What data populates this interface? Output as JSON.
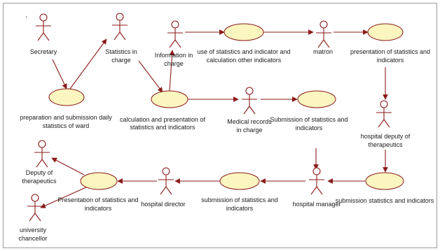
{
  "diagram": {
    "mark": "'",
    "actors": {
      "secretary": "Secretary",
      "statistics_in_charge": [
        "Statistics in",
        "charge"
      ],
      "information_in_charge": [
        "Information in",
        "charge"
      ],
      "matron": "matron",
      "medical_records_in_charge": [
        "Medical records",
        "in charge"
      ],
      "hospital_deputy_of_therapeutics": [
        "hospital deputy of",
        "therapeutics"
      ],
      "hospital_manager": "hospital manager",
      "hospital_director": "hospital director",
      "deputy_of_therapeutics": [
        "Deputy of",
        "therapeutics"
      ],
      "university_chancellor": [
        "university",
        "chancellor"
      ]
    },
    "use_cases": {
      "prep_submission_daily": [
        "preparation and submission daily",
        "statistics of ward"
      ],
      "calc_presentation": [
        "calculation and presentation of",
        "statistics and indicators"
      ],
      "use_of_statistics": [
        "use of statistics and indicator and",
        "calculation other indicators"
      ],
      "presentation_top": [
        "presentation of statistics and",
        "indicators"
      ],
      "submission_mid": [
        "Submission of statistics and",
        "indicators"
      ],
      "submission_right": "submission statistics and indicators",
      "submission_bottom": [
        "submission of statistics and",
        "indicators"
      ],
      "presentation_bottom": [
        "Presentation of statistics and",
        "indicators"
      ]
    },
    "colors": {
      "line": "#8b1a1a",
      "usecase_fill": "#fbf6c0",
      "text": "#1a1a1a",
      "background": "#ffffff"
    }
  }
}
